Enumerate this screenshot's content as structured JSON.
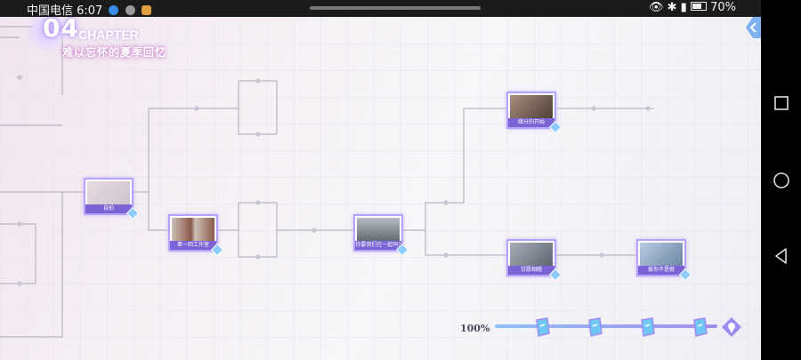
{
  "status_bar": {
    "carrier_time": "中国电信 6:07",
    "battery": "70%"
  },
  "chapter": {
    "number": "04",
    "label": "CHAPTER",
    "title": "难以忘怀的夏季回忆"
  },
  "story_nodes": [
    {
      "label": "自拍",
      "photo_colors": [
        "#cfc3cf",
        "#e6dbe0"
      ]
    },
    {
      "label": "第一回工作室",
      "photo_colors": [
        "#8a5a4a",
        "#cdbfb6"
      ]
    },
    {
      "label": "你要我们在一起吗?",
      "photo_colors": [
        "#626a72",
        "#b7bcc4"
      ]
    },
    {
      "label": "缘分的开始",
      "photo_colors": [
        "#4d3e36",
        "#a98e80"
      ]
    },
    {
      "label": "甘愿相随",
      "photo_colors": [
        "#5f6470",
        "#a7adb9"
      ]
    },
    {
      "label": "爱你不是假",
      "photo_colors": [
        "#6d86a5",
        "#b8cce3"
      ]
    }
  ],
  "progress": {
    "percent_text": "100%",
    "fraction": 1.0
  },
  "rewards": [
    {
      "icon": "ticket-reward-icon"
    },
    {
      "icon": "ticket-reward-icon"
    },
    {
      "icon": "ticket-reward-icon"
    },
    {
      "icon": "ticket-reward-icon"
    }
  ],
  "colors": {
    "accent": "#7b63d6",
    "frame": "#b7a3ff",
    "line": "#a9a9b8"
  }
}
